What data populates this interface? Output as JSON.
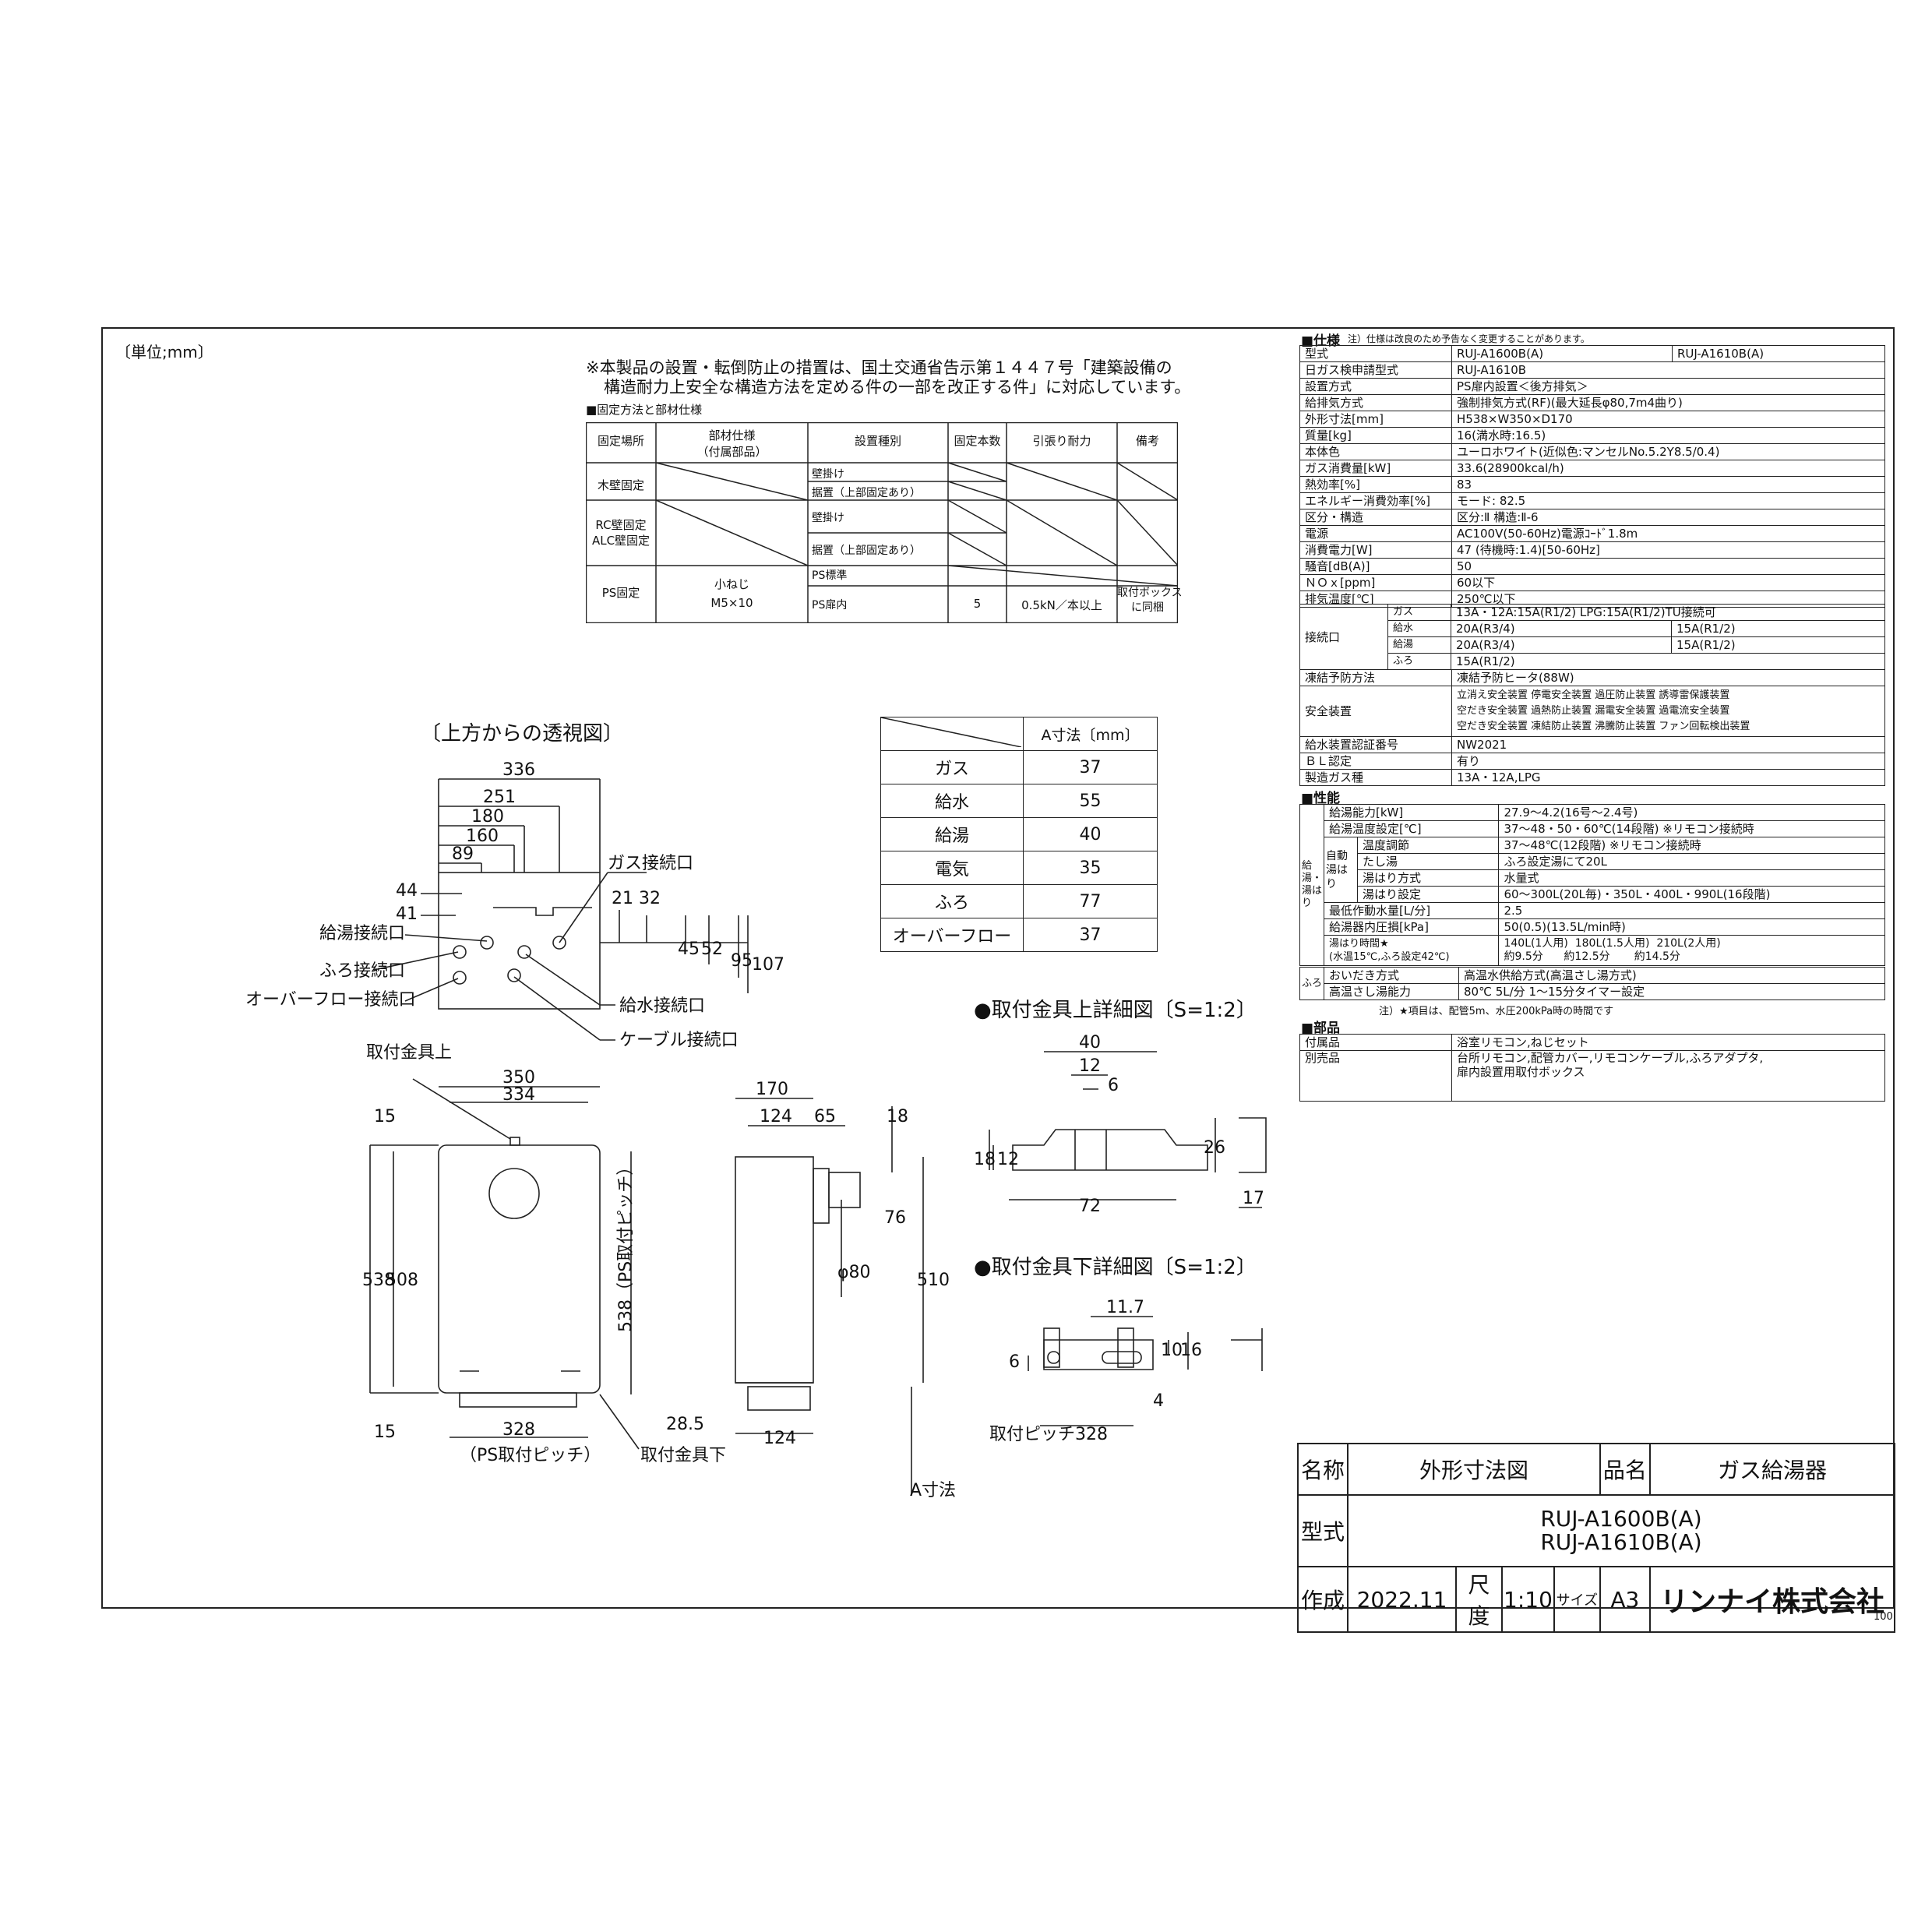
{
  "unit_label": "〔単位;mm〕",
  "note_line1": "※本製品の設置・転倒防止の措置は、国土交通省告示第１４４７号「建築設備の",
  "note_line2": "構造耐力上安全な構造方法を定める件の一部を改正する件」に対応しています。",
  "fix_table": {
    "title": "■固定方法と部材仕様",
    "headers": [
      "固定場所",
      "部材仕様\n（付属部品）",
      "設置種別",
      "固定本数",
      "引張り耐力",
      "備考"
    ],
    "wood": "木壁固定",
    "rc": "RC壁固定\nALC壁固定",
    "ps": "PS固定",
    "wall_hang": "壁掛け",
    "floor_set": "据置（上部固定あり）",
    "ps_std": "PS標準",
    "ps_inner": "PS扉内",
    "screw": "小ねじ\nM5×10",
    "count": "5",
    "tensile": "0.5kN／本以上",
    "remark": "取付ボックス\nに同梱"
  },
  "a_table": {
    "header": "A寸法〔mm〕",
    "rows": [
      {
        "name": "ガス",
        "value": "37"
      },
      {
        "name": "給水",
        "value": "55"
      },
      {
        "name": "給湯",
        "value": "40"
      },
      {
        "name": "電気",
        "value": "35"
      },
      {
        "name": "ふろ",
        "value": "77"
      },
      {
        "name": "オーバーフロー",
        "value": "37"
      }
    ]
  },
  "views": {
    "top_title": "〔上方からの透視図〕",
    "upper_detail": "●取付金具上詳細図〔S=1:2〕",
    "lower_detail": "●取付金具下詳細図〔S=1:2〕",
    "gas_conn": "ガス接続口",
    "hot_conn": "給湯接続口",
    "bath_conn": "ふろ接続口",
    "overflow_conn": "オーバーフロー接続口",
    "water_conn": "給水接続口",
    "cable_conn": "ケーブル接続口",
    "bracket_top": "取付金具上",
    "bracket_bottom": "取付金具下",
    "ps_pitch": "（PS取付ピッチ）",
    "ps_pitch_v": "538（PS取付ピッチ）",
    "a_dim": "A寸法",
    "pitch328": "取付ピッチ328",
    "dims": {
      "d336": "336",
      "d251": "251",
      "d180": "180",
      "d160": "160",
      "d89": "89",
      "d44": "44",
      "d41": "41",
      "d21": "21",
      "d32": "32",
      "d45": "45",
      "d52": "52",
      "d95": "95",
      "d107": "107",
      "d350": "350",
      "d334": "334",
      "d15": "15",
      "d538": "538",
      "d508": "508",
      "d328": "328",
      "d170": "170",
      "d124": "124",
      "d65": "65",
      "d18": "18",
      "d76": "76",
      "d80": "φ80",
      "d510": "510",
      "d285": "28.5",
      "d40": "40",
      "d12": "12",
      "d6": "6",
      "d72": "72",
      "d26": "26",
      "d17": "17",
      "d117": "11.7",
      "d10": "10",
      "d16": "16",
      "d4": "4"
    }
  },
  "spec": {
    "title": "■仕様",
    "note": "注）仕様は改良のため予告なく変更することがあります。",
    "model_1600": "RUJ-A1600B(A)",
    "model_1610": "RUJ-A1610B(A)",
    "rows": [
      {
        "k": "型式",
        "v": "RUJ-A1600B(A)"
      },
      {
        "k": "日ガス検申請型式",
        "v": "RUJ-A1610B"
      },
      {
        "k": "設置方式",
        "v": "PS扉内設置＜後方排気＞"
      },
      {
        "k": "給排気方式",
        "v": "強制排気方式(RF)(最大延長φ80,7m4曲り)"
      },
      {
        "k": "外形寸法[mm]",
        "v": "H538×W350×D170"
      },
      {
        "k": "質量[kg]",
        "v": "16(満水時:16.5)"
      },
      {
        "k": "本体色",
        "v": "ユーロホワイト(近似色:マンセルNo.5.2Y8.5/0.4)"
      },
      {
        "k": "ガス消費量[kW]",
        "v": "33.6(28900kcal/h)"
      },
      {
        "k": "熱効率[%]",
        "v": "83"
      },
      {
        "k": "エネルギー消費効率[%]",
        "v": "モード: 82.5"
      },
      {
        "k": "区分・構造",
        "v": "区分:Ⅱ 構造:Ⅱ-6"
      },
      {
        "k": "電源",
        "v": "AC100V(50-60Hz)電源ｺｰﾄﾞ1.8m"
      },
      {
        "k": "消費電力[W]",
        "v": "47 (待機時:1.4)[50-60Hz]"
      },
      {
        "k": "騒音[dB(A)]",
        "v": "50"
      },
      {
        "k": "ＮＯｘ[ppm]",
        "v": "60以下"
      },
      {
        "k": "排気温度[℃]",
        "v": "250℃以下"
      }
    ],
    "conn_label": "接続口",
    "conn": [
      {
        "k": "ガス",
        "v1": "13A・12A:15A(R1/2) LPG:15A(R1/2)TU接続可",
        "v2": ""
      },
      {
        "k": "給水",
        "v1": "20A(R3/4)",
        "v2": "15A(R1/2)"
      },
      {
        "k": "給湯",
        "v1": "20A(R3/4)",
        "v2": "15A(R1/2)"
      },
      {
        "k": "ふろ",
        "v1": "15A(R1/2)",
        "v2": ""
      }
    ],
    "freeze_k": "凍結予防方法",
    "freeze_v": "凍結予防ヒータ(88W)",
    "safety_k": "安全装置",
    "safety_1": "立消え安全装置 停電安全装置 過圧防止装置 誘導雷保護装置",
    "safety_2": "空だき安全装置 過熱防止装置 漏電安全装置 過電流安全装置",
    "safety_3": "空だき安全装置 凍結防止装置 沸騰防止装置 ファン回転検出装置",
    "cert_k": "給水装置認証番号",
    "cert_v": "NW2021",
    "bl_k": "ＢＬ認定",
    "bl_v": "有り",
    "gas_k": "製造ガス種",
    "gas_v": "13A・12A,LPG"
  },
  "perf": {
    "title": "■性能",
    "side_label": "給湯・湯はり",
    "auto_label": "自動湯はり",
    "rows": [
      {
        "k": "給湯能力[kW]",
        "v": "27.9～4.2(16号～2.4号)"
      },
      {
        "k": "給湯温度設定[℃]",
        "v": "37～48・50・60℃(14段階) ※リモコン接続時"
      }
    ],
    "auto": [
      {
        "k": "温度調節",
        "v": "37～48℃(12段階) ※リモコン接続時"
      },
      {
        "k": "たし湯",
        "v": "ふろ設定湯にて20L"
      },
      {
        "k": "湯はり方式",
        "v": "水量式"
      },
      {
        "k": "湯はり設定",
        "v": "60～300L(20L毎)・350L・400L・990L(16段階)"
      }
    ],
    "rows2": [
      {
        "k": "最低作動水量[L/分]",
        "v": "2.5"
      },
      {
        "k": "給湯器内圧損[kPa]",
        "v": "50(0.5)(13.5L/min時)"
      }
    ],
    "fill_k1": "湯はり時間★",
    "fill_k2": "(水温15℃,ふろ設定42℃)",
    "fill_v1": "140L(1人用)  180L(1.5人用)  210L(2人用)",
    "fill_v2": "約9.5分      約12.5分       約14.5分",
    "bath_side": "ふろ",
    "bath": [
      {
        "k": "おいだき方式",
        "v": "高温水供給方式(高温さし湯方式)"
      },
      {
        "k": "高温さし湯能力",
        "v": "80℃ 5L/分 1～15分タイマー設定"
      }
    ],
    "footnote": "注）★項目は、配管5m、水圧200kPa時の時間です"
  },
  "parts": {
    "title": "■部品",
    "rows": [
      {
        "k": "付属品",
        "v": "浴室リモコン,ねじセット"
      },
      {
        "k": "別売品",
        "v": "台所リモコン,配管カバー,リモコンケーブル,ふろアダプタ,\n扉内設置用取付ボックス"
      }
    ]
  },
  "title_block": {
    "name_label": "名称",
    "name_value": "外形寸法図",
    "product_label": "品名",
    "product_value": "ガス給湯器",
    "model_label": "型式",
    "model_1": "RUJ-A1600B(A)",
    "model_2": "RUJ-A1610B(A)",
    "made_label": "作成",
    "made_value": "2022.11",
    "scale_label": "尺度",
    "scale_value": "1:10",
    "size_label": "サイズ",
    "size_value": "A3",
    "company": "リンナイ株式会社",
    "sheet_no": "100"
  }
}
